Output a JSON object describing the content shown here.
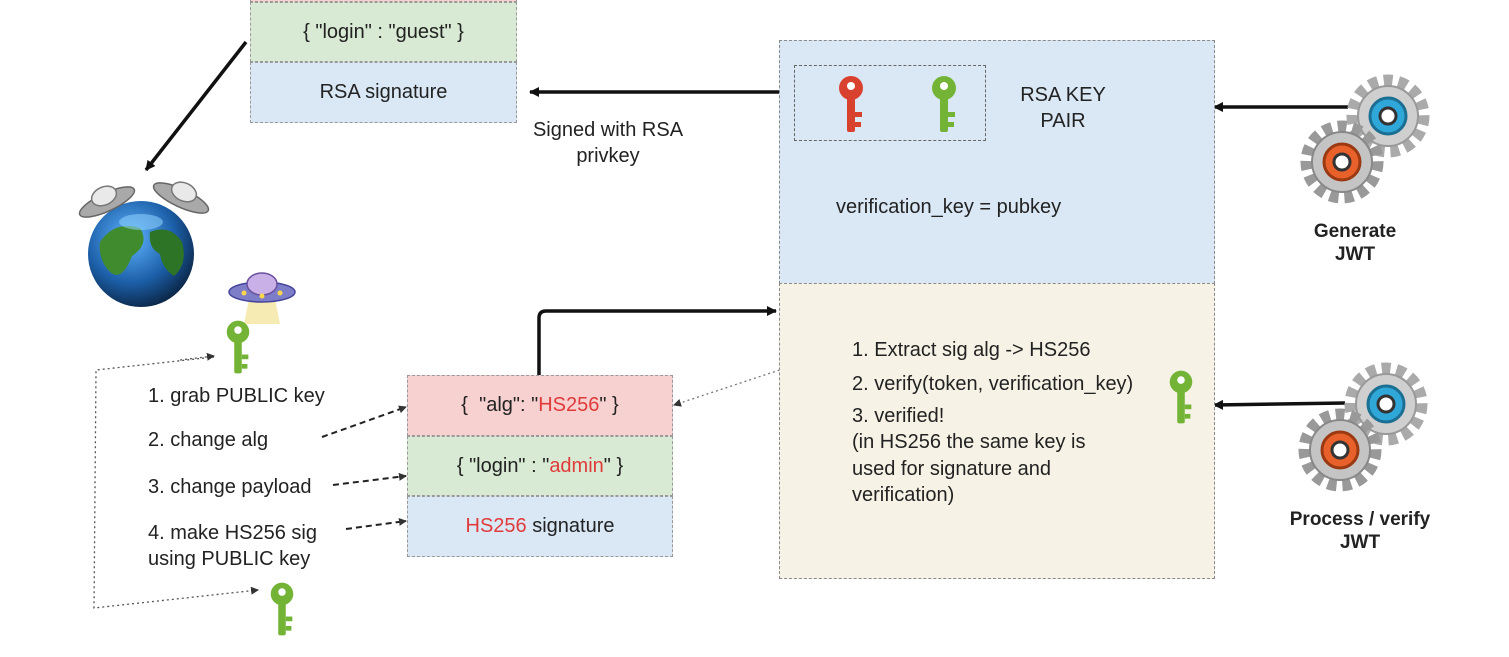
{
  "top_token": {
    "payload": "{ \"login\" : \"guest\" }",
    "signature": "RSA signature"
  },
  "signed_label": "Signed with RSA privkey",
  "key_pair": {
    "label": "RSA KEY PAIR",
    "verification": "verification_key = pubkey"
  },
  "generate": {
    "label": "Generate JWT"
  },
  "process": {
    "label": "Process / verify JWT"
  },
  "attacker_steps": [
    "1. grab PUBLIC key",
    "2. change alg",
    "3. change payload",
    "4. make HS256 sig",
    "using PUBLIC key"
  ],
  "forged_token": {
    "header_prefix": "{  \"alg\": \"",
    "header_alg": "HS256",
    "header_suffix": "\" }",
    "payload_prefix": "{ \"login\" : \"",
    "payload_value": "admin",
    "payload_suffix": "\" }",
    "signature_alg": "HS256",
    "signature_text": " signature"
  },
  "verify_steps": [
    "1. Extract sig alg -> HS256",
    "2. verify(token, verification_key)",
    "3. verified!",
    "(in HS256 the same key is",
    "used for signature and",
    "verification)"
  ],
  "colors": {
    "red_fill": "#f7d0d0",
    "green_fill": "#d8ead3",
    "blue_fill": "#dae8f6",
    "beige_fill": "#f6f3e6",
    "alert_text": "#e03a3a",
    "priv_key": "#d9412f",
    "pub_key": "#73b436"
  }
}
